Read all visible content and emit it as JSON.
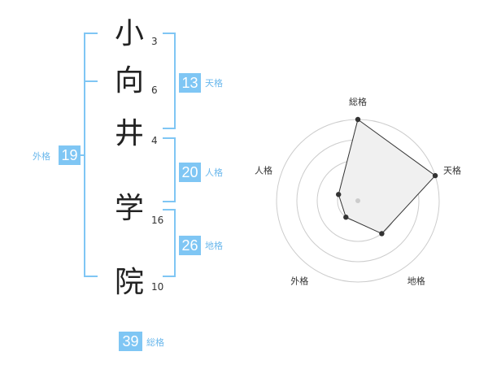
{
  "name": {
    "characters": [
      {
        "char": "小",
        "strokes": "3"
      },
      {
        "char": "向",
        "strokes": "6"
      },
      {
        "char": "井",
        "strokes": "4"
      },
      {
        "char": "学",
        "strokes": "16"
      },
      {
        "char": "院",
        "strokes": "10"
      }
    ]
  },
  "fortunes": {
    "tenkaku": {
      "value": "13",
      "label": "天格"
    },
    "jinkaku": {
      "value": "20",
      "label": "人格"
    },
    "chikaku": {
      "value": "26",
      "label": "地格"
    },
    "gaikaku": {
      "value": "19",
      "label": "外格"
    },
    "soukaku": {
      "value": "39",
      "label": "総格"
    }
  },
  "radar": {
    "axes": [
      "総格",
      "天格",
      "地格",
      "外格",
      "人格"
    ],
    "rings": 4,
    "scores": [
      4,
      4,
      2,
      1,
      1
    ],
    "max": 4,
    "colors": {
      "fill": "#f0f0f0",
      "line": "#333333",
      "ring": "#cccccc",
      "center": "#cccccc"
    }
  },
  "colors": {
    "accent": "#7fc6f4"
  }
}
